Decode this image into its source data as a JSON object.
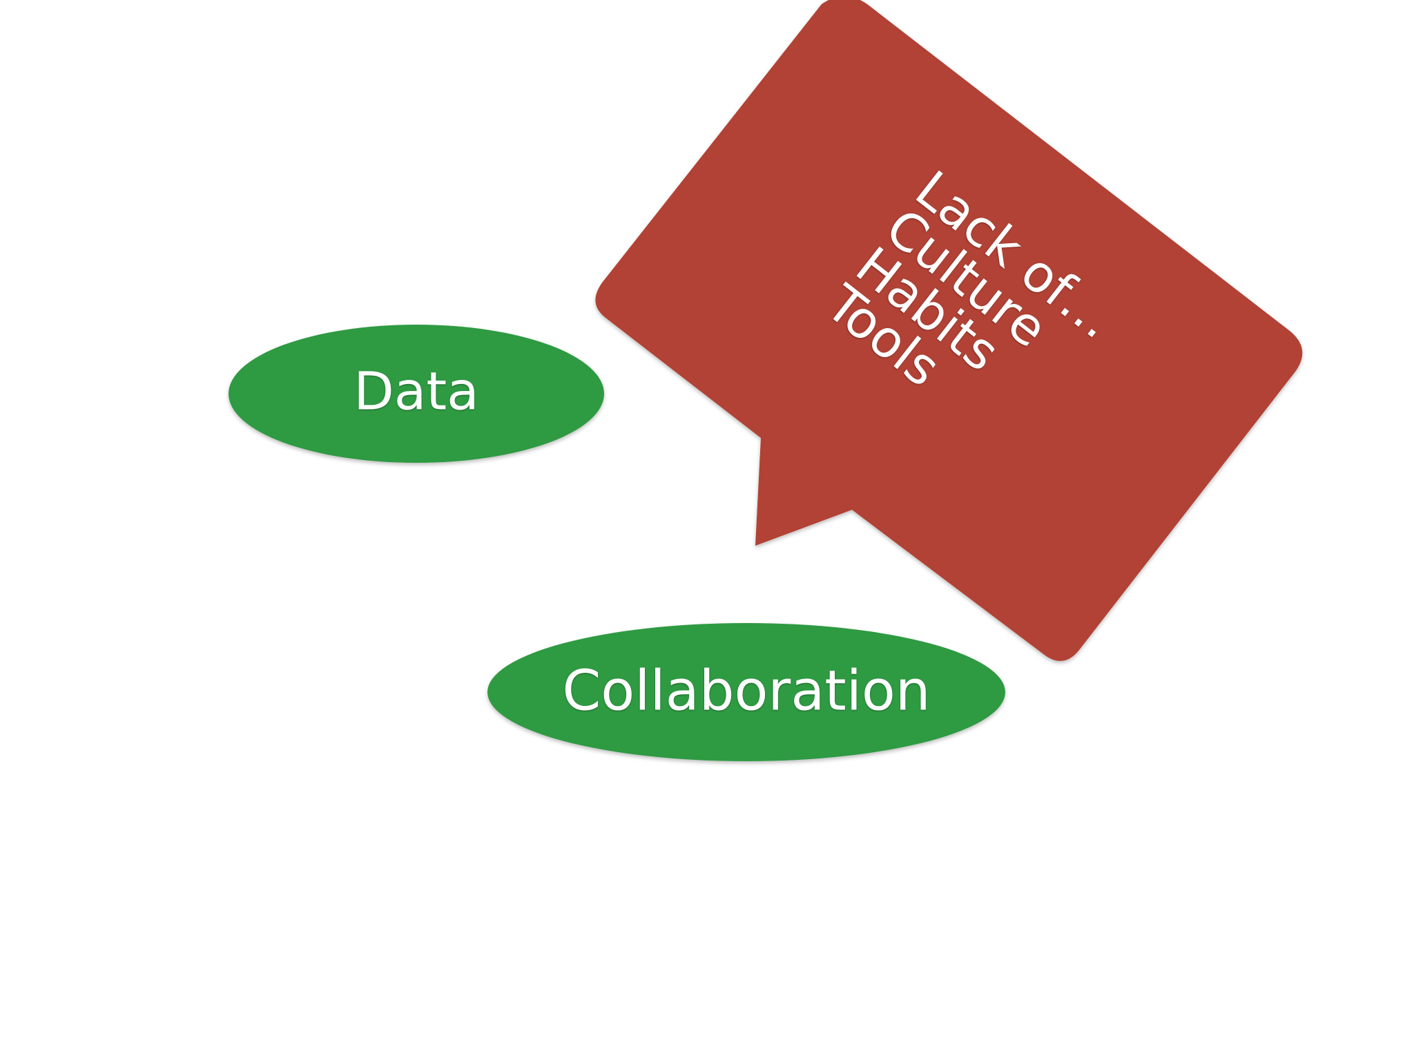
{
  "colors": {
    "background": "#ffffff",
    "ellipse_green": "#2f9a42",
    "bubble_red": "#b14234",
    "text": "#ffffff"
  },
  "ellipses": {
    "data": {
      "label": "Data"
    },
    "collaboration": {
      "label": "Collaboration"
    }
  },
  "speech_bubble": {
    "lines": [
      "Lack of…",
      "Culture",
      "Habits",
      "Tools"
    ]
  }
}
